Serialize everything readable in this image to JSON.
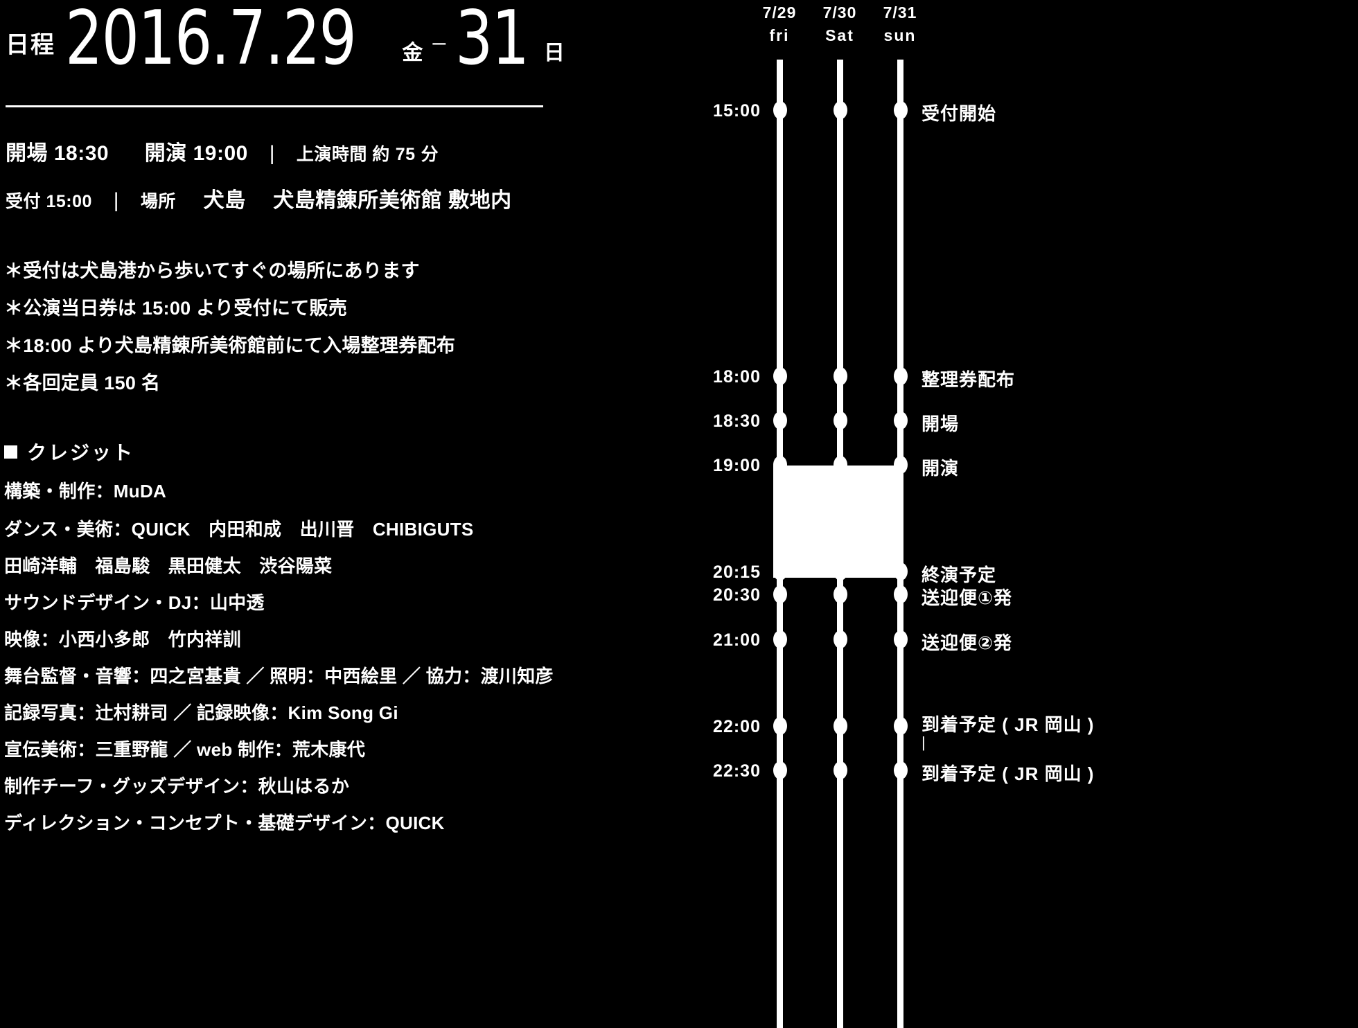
{
  "poster": {
    "background_color": "#000000",
    "text_color": "#ffffff"
  },
  "date_header": {
    "label": "日程",
    "year_month_day": "2016.7.29",
    "weekday_start": "金",
    "dash": "–",
    "day_end": "31",
    "weekday_end": "日"
  },
  "info": {
    "open_label": "開場 18:30",
    "start_label": "開演 19:00",
    "divider": "|",
    "duration_label": "上演時間 約",
    "duration_value": "75",
    "duration_unit": "分",
    "reception_label": "受付 15:00",
    "place_label": "場所",
    "place_value_1": "犬島",
    "place_value_2": "犬島精錬所美術館 敷地内"
  },
  "notes": [
    "＊受付は犬島港から歩いてすぐの場所にあります",
    "＊公演当日券は 15:00 より受付にて販売",
    "＊18:00 より犬島精錬所美術館前にて入場整理券配布",
    "＊各回定員 150 名"
  ],
  "credits": {
    "heading": "クレジット",
    "lines": [
      "構築・制作：MuDA",
      "ダンス・美術：QUICK　内田和成　出川晋　CHIBIGUTS",
      "田崎洋輔　福島駿　黒田健太　渋谷陽菜",
      "サウンドデザイン・DJ：山中透",
      "映像：小西小多郎　竹内祥訓",
      "舞台監督・音響：四之宮基貴 ／ 照明：中西絵里 ／ 協力：渡川知彦",
      "記録写真：辻村耕司 ／ 記録映像：Kim Song Gi",
      "宣伝美術：三重野龍 ／ web 制作：荒木康代",
      "制作チーフ・グッズデザイン：秋山はるか",
      "ディレクション・コンセプト・基礎デザイン：QUICK"
    ]
  },
  "timeline": {
    "days": [
      {
        "date": "7/29",
        "weekday": "fri"
      },
      {
        "date": "7/30",
        "weekday": "Sat"
      },
      {
        "date": "7/31",
        "weekday": "sun"
      }
    ],
    "rows": [
      {
        "time": "15:00",
        "event": "受付開始",
        "sub": ""
      },
      {
        "time": "18:00",
        "event": "整理券配布",
        "sub": ""
      },
      {
        "time": "18:30",
        "event": "開場",
        "sub": ""
      },
      {
        "time": "19:00",
        "event": "開演",
        "sub": ""
      },
      {
        "time": "20:15",
        "event": "終演予定",
        "sub": ""
      },
      {
        "time": "20:30",
        "event": "送迎便①発",
        "sub": ""
      },
      {
        "time": "21:00",
        "event": "送迎便②発",
        "sub": ""
      },
      {
        "time": "22:00",
        "event": "到着予定 ( JR 岡山 )",
        "sub": "|"
      },
      {
        "time": "22:30",
        "event": "到着予定 ( JR 岡山 )",
        "sub": ""
      }
    ],
    "performance_block": {
      "start": "19:00",
      "end": "20:15"
    }
  }
}
